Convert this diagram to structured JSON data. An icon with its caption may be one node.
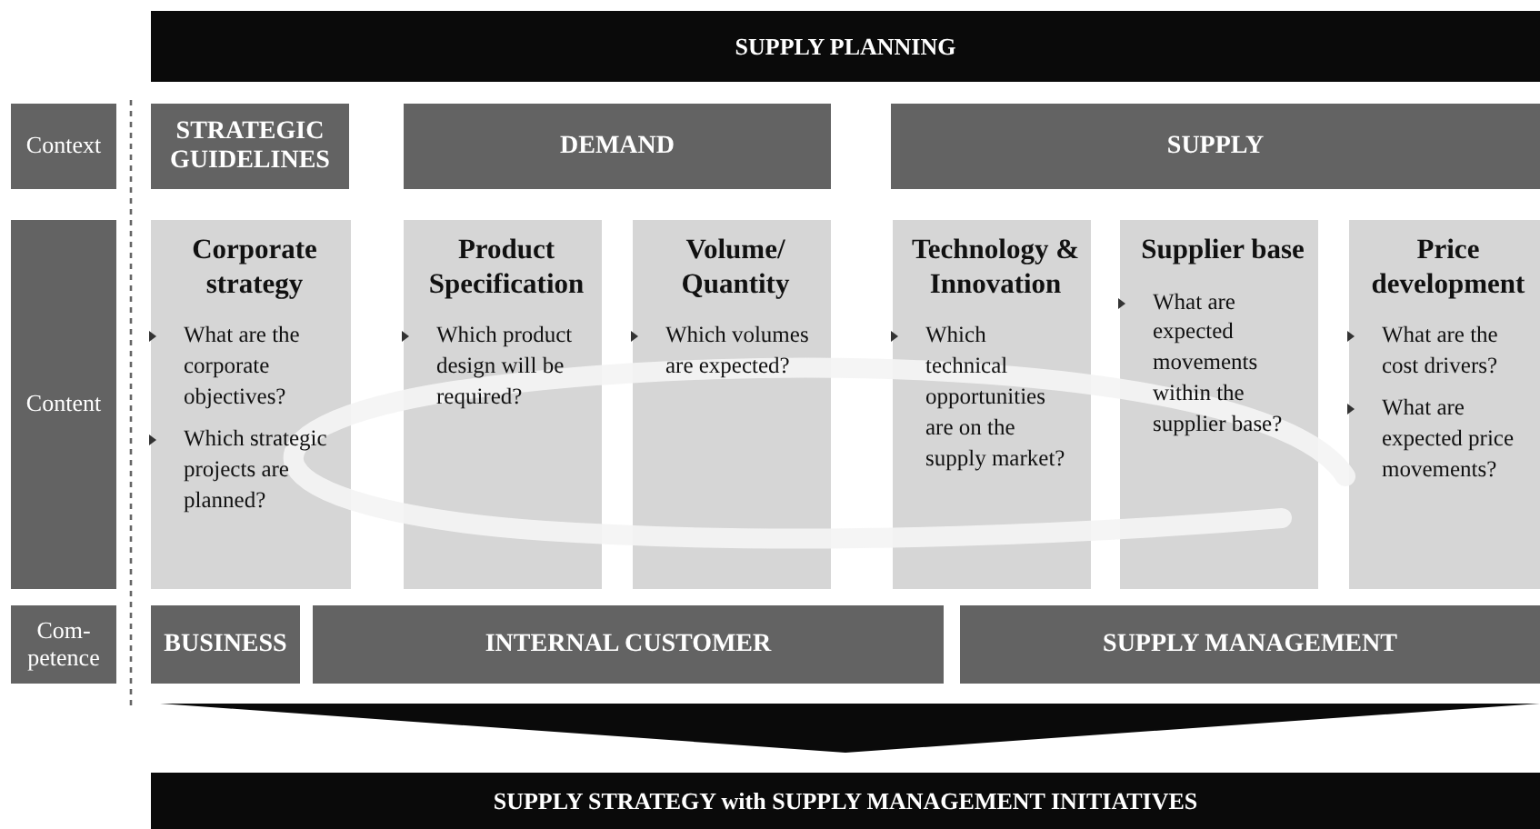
{
  "diagram": {
    "nodes": [
      {
        "text": [
          "SUPPLY PLANNING"
        ]
      },
      {
        "text": [
          "Context"
        ]
      },
      {
        "text": [
          "STRATEGIC GUIDELINES"
        ]
      },
      {
        "text": [
          "DEMAND"
        ]
      },
      {
        "text": [
          "SUPPLY"
        ]
      },
      {
        "text": [
          "Content"
        ]
      },
      {
        "text": [
          "Corporate strategy",
          "What are the corporate objectives?",
          "Which strategic projects are planned?"
        ]
      },
      {
        "text": [
          "Product Specification",
          "Which product design will be required?"
        ]
      },
      {
        "text": [
          "Volume/ Quantity",
          "Which volumes are expected?"
        ]
      },
      {
        "text": [
          "Technology & Innovation",
          "Which technical opportunities are on the supply market?"
        ]
      },
      {
        "text": [
          "Supplier base",
          "What are expected movements within the supplier base?"
        ]
      },
      {
        "text": [
          "Price development",
          "What are the cost drivers?",
          "What are expected price movements?"
        ]
      },
      {
        "text": [
          "Com- petence"
        ]
      },
      {
        "text": [
          "BUSINESS"
        ]
      },
      {
        "text": [
          "INTERNAL CUSTOMER"
        ]
      },
      {
        "text": [
          "SUPPLY MANAGEMENT"
        ]
      },
      {
        "text": [
          "SUPPLY STRATEGY with SUPPLY MANAGEMENT INITIATIVES"
        ]
      }
    ]
  }
}
